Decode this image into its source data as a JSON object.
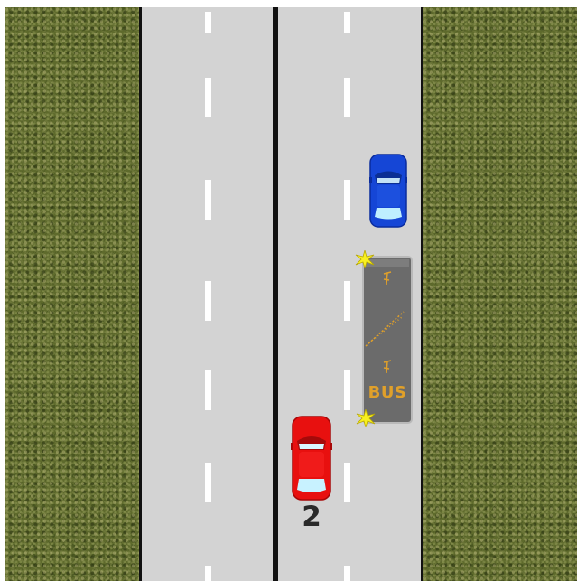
{
  "scene": {
    "road": {
      "lanes": 2
    },
    "bus": {
      "label": "BUS",
      "color": "#6b6b6b",
      "label_color": "#e0a02a"
    },
    "cars": {
      "blue": {
        "color": "#1546d6"
      },
      "red": {
        "color": "#e8100f",
        "number": "2"
      }
    },
    "colors": {
      "grass": "#5e6a2c",
      "asphalt": "#d3d3d3",
      "line": "#111111",
      "dash": "#ffffff"
    }
  }
}
